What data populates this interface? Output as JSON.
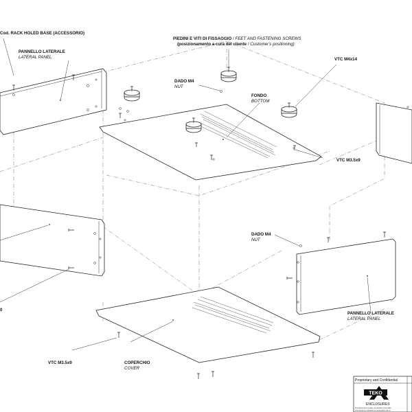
{
  "labels": {
    "header": "Cod. RACK HOLED BASE (ACCESSORIO)",
    "lateral_panel_left_it": "PANNELLO LATERALE",
    "lateral_panel_left_en": "LATERAL PANEL",
    "feet_it": "PIEDINI E VITI DI FISSAGGIO",
    "feet_en": "FEET AND FASTENING SCREWS",
    "feet_sub_it": "(posizionamento a cura del cliente",
    "feet_sub_en": "Customer's positioning)",
    "vtc_m4": "VTC M4x14",
    "nut_top_it": "DADO M4",
    "nut_top_en": "NUT",
    "bottom_it": "FONDO",
    "bottom_en": "BOTTOM",
    "vtc_m35_right": "VTC M3.5x9",
    "nut_mid_it": "DADO M4",
    "nut_mid_en": "NUT",
    "lateral_panel_right_it": "PANNELLO LATERALE",
    "lateral_panel_right_en": "LATERAL PANEL",
    "vtc_m35_left": "VTC M3.5x9",
    "cover_it": "COPERCHIO",
    "cover_en": "COVER",
    "edge_left_char": "0"
  },
  "title_block": {
    "proprietary": "Proprietary and Confidential",
    "brand": "TEKO",
    "brand_sub": "ENCLOSURES",
    "note_line_1": "This document contains proprietary informatio",
    "note_line_2": "information be released to unintended use wi"
  }
}
